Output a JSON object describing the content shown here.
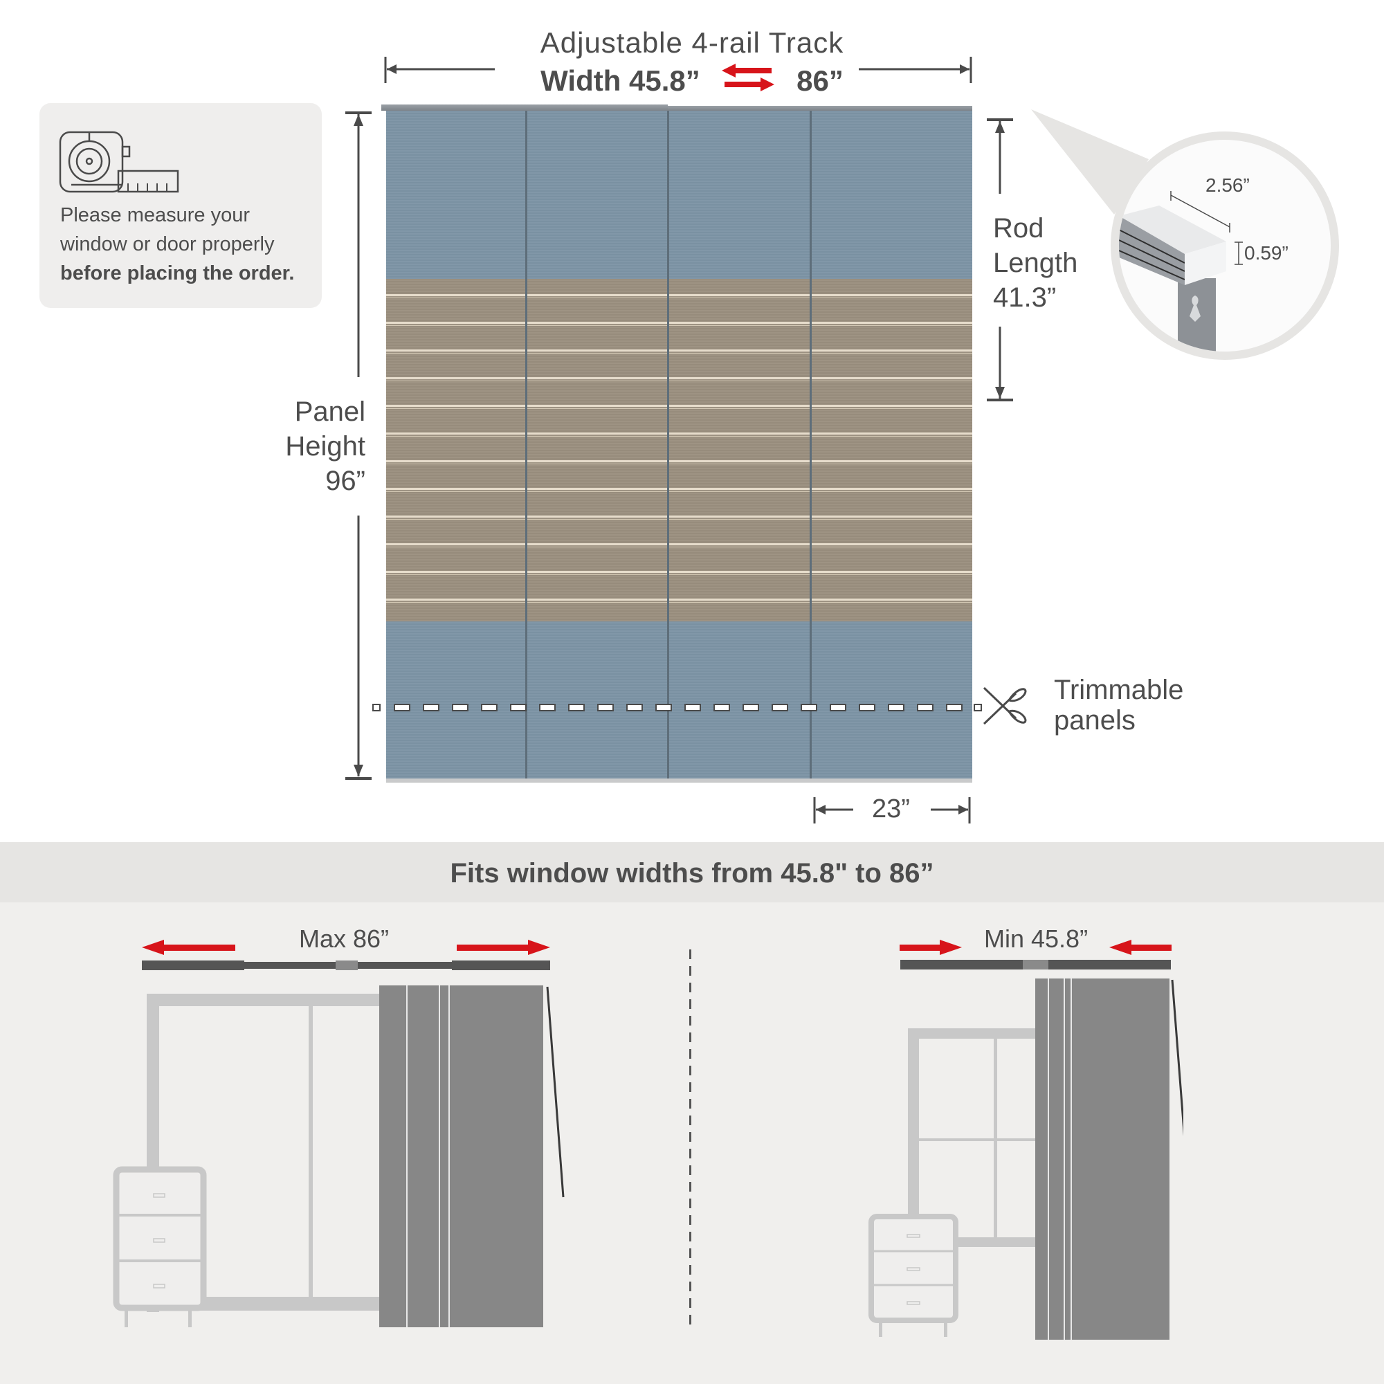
{
  "header": {
    "title": "Adjustable 4-rail Track",
    "width_prefix": "Width",
    "width_min": "45.8”",
    "width_max": "86”"
  },
  "measure_card": {
    "icon": "tape-measure-icon",
    "line1": "Please measure your",
    "line2": "window or door properly",
    "line3_bold": "before placing the order."
  },
  "panel_height": {
    "label_line1": "Panel",
    "label_line2": "Height",
    "value": "96”"
  },
  "rod_length": {
    "label_line1": "Rod",
    "label_line2": "Length",
    "value": "41.3”"
  },
  "rail_detail": {
    "depth": "2.56”",
    "height": "0.59”"
  },
  "trim": {
    "icon": "scissors-icon",
    "line1": "Trimmable",
    "line2": "panels"
  },
  "panel_width": {
    "value": "23”"
  },
  "panels": {
    "count": 4,
    "colors": {
      "blue": "#7f95a5",
      "tan": "#9e9383",
      "stripe": "#e6dccb"
    }
  },
  "fits_banner": {
    "text": "Fits window widths from 45.8\" to 86”"
  },
  "examples": {
    "max": {
      "label": "Max 86”",
      "scene": "sliding-door"
    },
    "min": {
      "label": "Min 45.8”",
      "scene": "window"
    }
  },
  "colors": {
    "accent_red": "#d7141a",
    "text_gray": "#4d4d4d",
    "band_bg": "#e6e5e3"
  }
}
